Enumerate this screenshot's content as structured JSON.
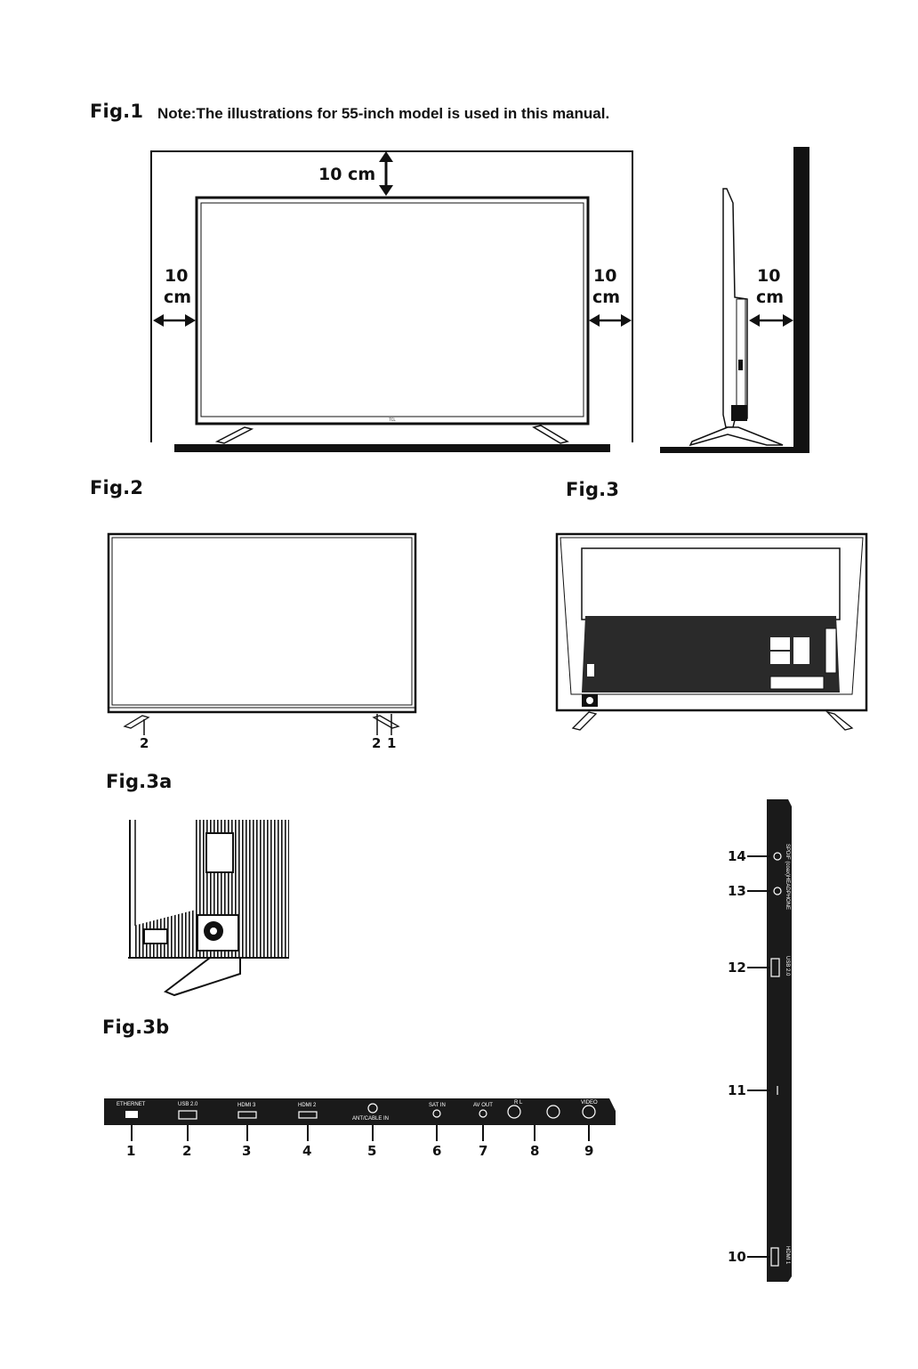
{
  "fig1": {
    "label": "Fig.1",
    "note": "Note:The illustrations for 55-inch model is used in this manual.",
    "top_gap": "10 cm",
    "left_gap_num": "10",
    "left_gap_unit": "cm",
    "right_gap_num": "10",
    "right_gap_unit": "cm",
    "side_gap_num": "10",
    "side_gap_unit": "cm"
  },
  "fig2": {
    "label": "Fig.2",
    "callouts": [
      "2",
      "2",
      "1"
    ]
  },
  "fig3": {
    "label": "Fig.3"
  },
  "fig3a": {
    "label": "Fig.3a"
  },
  "fig3b": {
    "label": "Fig.3b",
    "ports": [
      {
        "num": "1",
        "label": "ETHERNET"
      },
      {
        "num": "2",
        "label": "USB 2.0"
      },
      {
        "num": "3",
        "label": "HDMI 3"
      },
      {
        "num": "4",
        "label": "HDMI 2"
      },
      {
        "num": "5",
        "label": "ANT/CABLE IN"
      },
      {
        "num": "6",
        "label": "SAT IN"
      },
      {
        "num": "7",
        "label": "AV OUT"
      },
      {
        "num": "8",
        "label": "R      L"
      },
      {
        "num": "9",
        "label": "VIDEO"
      }
    ]
  },
  "side_panel": {
    "ports": [
      {
        "num": "14",
        "label": "SPDIF (coax)"
      },
      {
        "num": "13",
        "label": "HEADPHONE"
      },
      {
        "num": "12",
        "label": "USB 2.0"
      },
      {
        "num": "11",
        "label": ""
      },
      {
        "num": "10",
        "label": "HDMI 1"
      }
    ]
  },
  "colors": {
    "ink": "#111111",
    "panel": "#1a1a1a"
  }
}
